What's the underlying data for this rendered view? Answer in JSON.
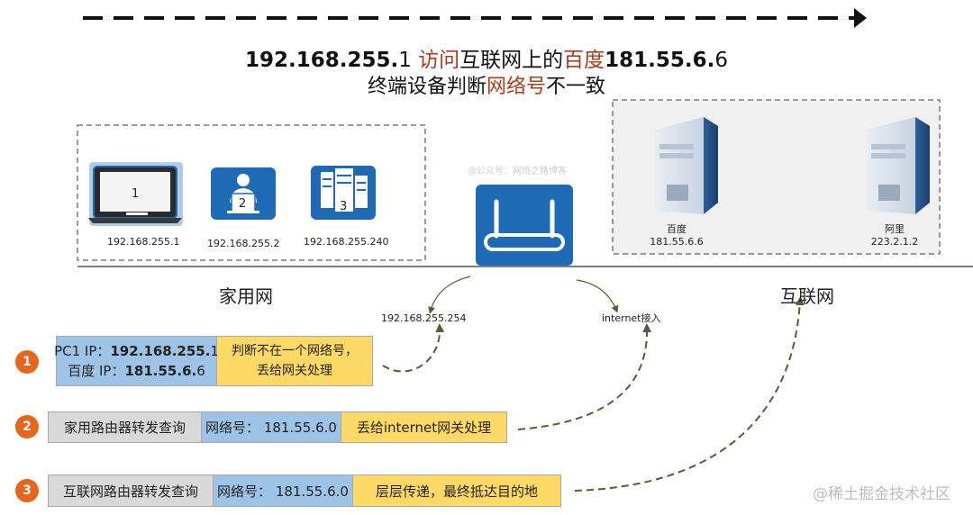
{
  "title": {
    "line1": {
      "src_ip_bold": "192.168.255.",
      "src_ip_tail": "1",
      "visit": " 访问",
      "middle": "互联网上的",
      "baidu": "百度",
      "dst_ip_bold": "181.55.6.",
      "dst_ip_tail": "6"
    },
    "line2": {
      "part1": "终端设备判断",
      "highlight": "网络号",
      "part2": "不一致"
    }
  },
  "home_network": {
    "label": "家用网",
    "devices": [
      {
        "id": "1",
        "icon": "laptop-icon",
        "ip": "192.168.255.1"
      },
      {
        "id": "2",
        "icon": "user-workstation-icon",
        "ip": "192.168.255.2"
      },
      {
        "id": "3",
        "icon": "server-rack-icon",
        "ip": "192.168.255.240"
      }
    ]
  },
  "router": {
    "icon": "router-icon",
    "lan_ip": "192.168.255.254",
    "wan_label": "internet接入",
    "watermark": "@公众号：网络之路博客"
  },
  "internet": {
    "label": "互联网",
    "servers": [
      {
        "name": "百度",
        "ip": "181.55.6.6",
        "icon": "server-tower-icon"
      },
      {
        "name": "阿里",
        "ip": "223.2.1.2",
        "icon": "server-tower-icon"
      }
    ]
  },
  "steps": [
    {
      "badge": "1",
      "pc1_label": "PC1 IP：",
      "pc1_ip_bold": "192.168.255.",
      "pc1_ip_tail": "1",
      "baidu_label": "百度 IP：",
      "baidu_ip_bold": "181.55.6.",
      "baidu_ip_tail": "6",
      "decision_line1": "判断不在一个网络号，",
      "decision_line2": "丢给网关处理"
    },
    {
      "badge": "2",
      "device": "家用路由器转发查询",
      "network": "网络号：  181.55.6.0",
      "action": "丢给internet网关处理"
    },
    {
      "badge": "3",
      "device": "互联网路由器转发查询",
      "network": "网络号：  181.55.6.0",
      "action": "层层传递，最终抵达目的地"
    }
  ],
  "footer_watermark": "@稀土掘金技术社区",
  "colors": {
    "accent_red": "#b03a1e",
    "badge_orange": "#e8651c",
    "router_blue": "#1f6ab5",
    "cell_blue": "#9dc3e6",
    "cell_yellow": "#ffd966",
    "cell_gray": "#d9d9d9",
    "dash_arrow": "#5b5b3a"
  }
}
